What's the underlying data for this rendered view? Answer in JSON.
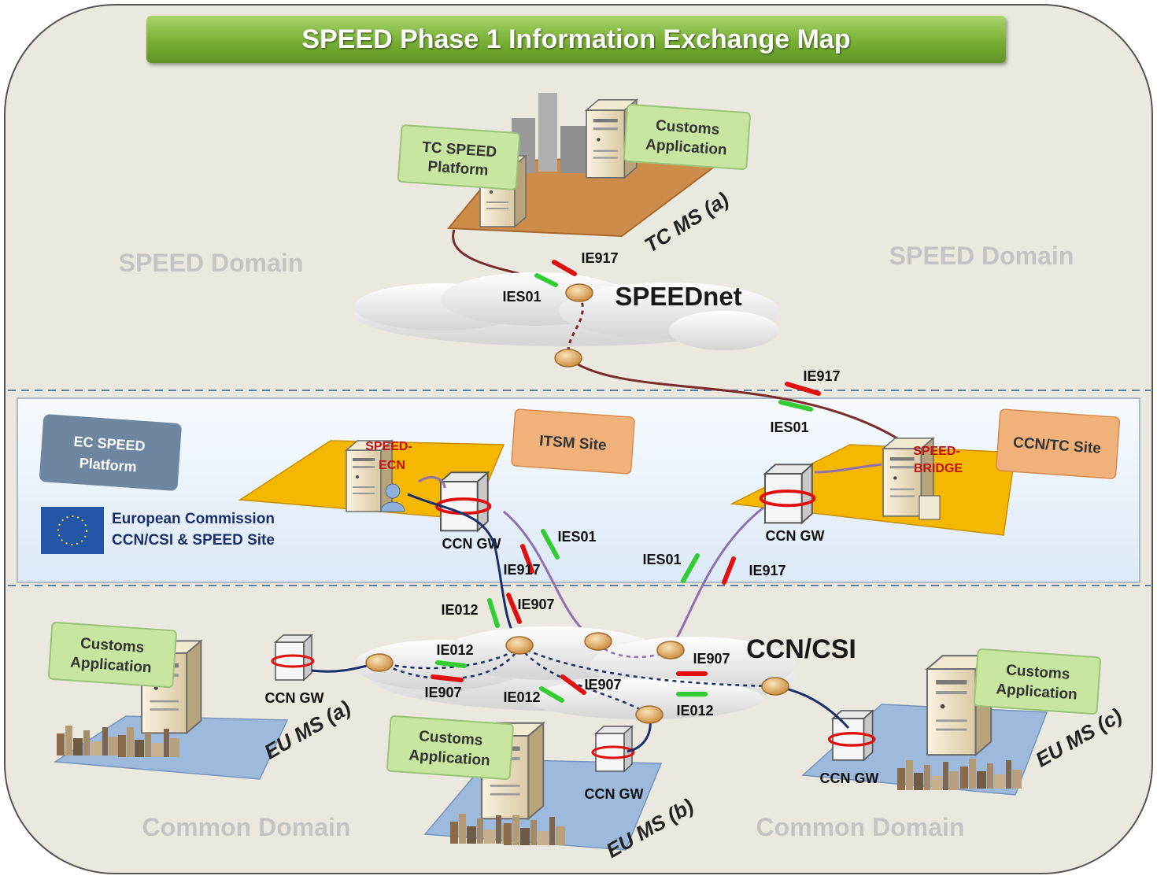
{
  "title": "SPEED Phase 1 Information Exchange Map",
  "domains": {
    "speed_left": "SPEED Domain",
    "speed_right": "SPEED Domain",
    "common_left": "Common Domain",
    "common_right": "Common Domain"
  },
  "tc_site": {
    "platform_label_1": "TC SPEED",
    "platform_label_2": "Platform",
    "customs_label_1": "Customs",
    "customs_label_2": "Application",
    "ms_label": "TC MS (a)"
  },
  "clouds": {
    "speednet": "SPEEDnet",
    "ccn_csi": "CCN/CSI"
  },
  "ec_site": {
    "platform_label_1": "EC SPEED",
    "platform_label_2": "Platform",
    "ec_line_1": "European Commission",
    "ec_line_2": "CCN/CSI & SPEED Site",
    "itsm_label": "ITSM Site",
    "ccn_tc_label": "CCN/TC Site",
    "speed_ecn_1": "SPEED-",
    "speed_ecn_2": "ECN",
    "speed_bridge_1": "SPEED-",
    "speed_bridge_2": "BRIDGE",
    "gw_left": "CCN GW",
    "gw_right": "CCN GW"
  },
  "eu_sites": {
    "a": {
      "customs_1": "Customs",
      "customs_2": "Application",
      "gw": "CCN GW",
      "ms": "EU MS (a)"
    },
    "b": {
      "customs_1": "Customs",
      "customs_2": "Application",
      "gw": "CCN GW",
      "ms": "EU MS (b)"
    },
    "c": {
      "customs_1": "Customs",
      "customs_2": "Application",
      "gw": "CCN GW",
      "ms": "EU MS (c)"
    }
  },
  "messages": {
    "ie917_tc": "IE917",
    "ies01_tc": "IES01",
    "ie917_bridge": "IE917",
    "ies01_bridge": "IES01",
    "ies01_ecgw": "IES01",
    "ie917_ecgw": "IE917",
    "ies01_bridgegw": "IES01",
    "ie917_bridgegw": "IE917",
    "ie012_up": "IE012",
    "ie907_down": "IE907",
    "ie012_a": "IE012",
    "ie907_a": "IE907",
    "ie012_b": "IE012",
    "ie907_b": "IE907",
    "ie907_c": "IE907",
    "ie012_c": "IE012"
  },
  "colors": {
    "title_green": "#78b035",
    "label_green": "#c8e6a0",
    "orange_box": "#f0b27a",
    "grey_blue": "#6f86a0",
    "band": "#eaf2fb",
    "bg": "#ebe9df",
    "platform_yellow": "#f5b700",
    "platform_tan": "#cd8c4a",
    "platform_blue": "#9db9dc",
    "arrow_red": "#e01010",
    "arrow_green": "#33cc33",
    "link_brown": "#7b2c2c",
    "link_purple": "#8e6fb0",
    "link_navy": "#1a2f6b",
    "node": "#e1a85a"
  }
}
